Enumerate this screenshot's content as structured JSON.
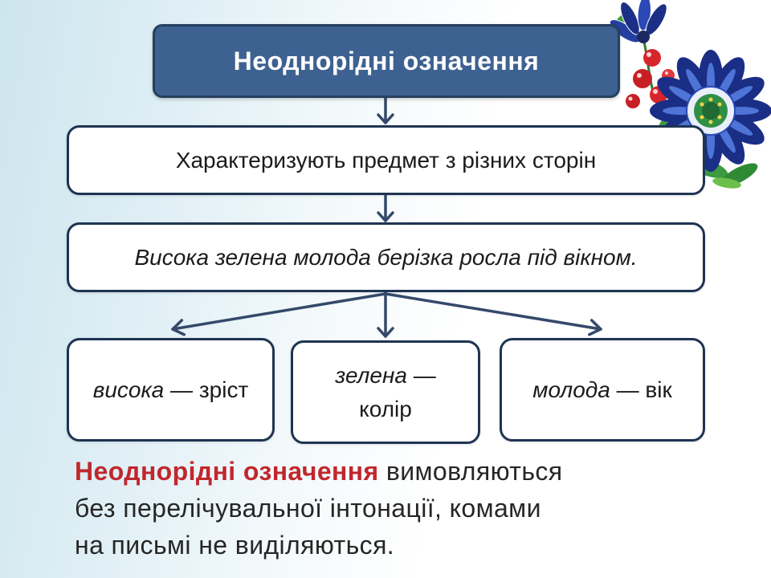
{
  "title": "Неоднорідні означення",
  "definition": "Характеризують предмет з різних сторін",
  "example": "Висока зелена молода берізка росла під вікном.",
  "features": [
    {
      "word": "висока",
      "dash": "—",
      "meaning": "зріст"
    },
    {
      "word": "зелена",
      "dash": "—",
      "meaning": "колір"
    },
    {
      "word": "молода",
      "dash": "—",
      "meaning": "вік"
    }
  ],
  "note": {
    "highlight": "Неоднорідні означення",
    "line1": "вимовляються",
    "line2": "без перелічувальної інтонації, комами",
    "line3": "на письмі не виділяються."
  },
  "colors": {
    "title_fill": "#3d6191",
    "title_border": "#26405f",
    "title_text": "#ffffff",
    "box_border": "#1f3452",
    "arrow": "#34496a",
    "text": "#1b1b1b",
    "highlight": "#c0272d"
  }
}
